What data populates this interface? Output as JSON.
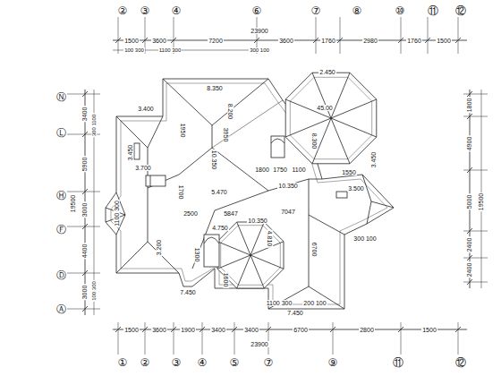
{
  "diagram": {
    "labels": [
      "②",
      "③",
      "④",
      "⑥",
      "⑦",
      "⑧",
      "⑩",
      "⑪",
      "⑫",
      "23900",
      "1500",
      "3600",
      "7200",
      "3600",
      "1760",
      "2980",
      "1760",
      "1500",
      "100 300",
      "1100 300",
      "300 100",
      "Ⓝ",
      "Ⓛ",
      "Ⓗ",
      "Ⓕ",
      "Ⓓ",
      "Ⓐ",
      "19500",
      "3400",
      "5900",
      "3000",
      "4400",
      "3000",
      "300 1100",
      "100 300",
      "1800",
      "4900",
      "5000",
      "2400",
      "2400",
      "19500",
      "1500",
      "3600",
      "1900",
      "3400",
      "3400",
      "6700",
      "2800",
      "1500",
      "23900",
      "①",
      "②",
      "③",
      "④",
      "⑤",
      "⑦",
      "⑨",
      "⑪",
      "⑫",
      "8.350",
      "3.400",
      "2.450",
      "45.00",
      "1950",
      "3.450",
      "8.200",
      "10.350",
      "3950",
      "3.700",
      "5.470",
      "8.300",
      "1800",
      "1750",
      "1100",
      "10.350",
      "3.450",
      "1550",
      "3.500",
      "2500",
      "5847",
      "10.350",
      "7047",
      "4.750",
      "1100 300",
      "3.200",
      "4.810",
      "6700",
      "1600",
      "1300",
      "7.450",
      "1700",
      "7.450",
      "1100 300",
      "200 100",
      "300 100"
    ]
  }
}
